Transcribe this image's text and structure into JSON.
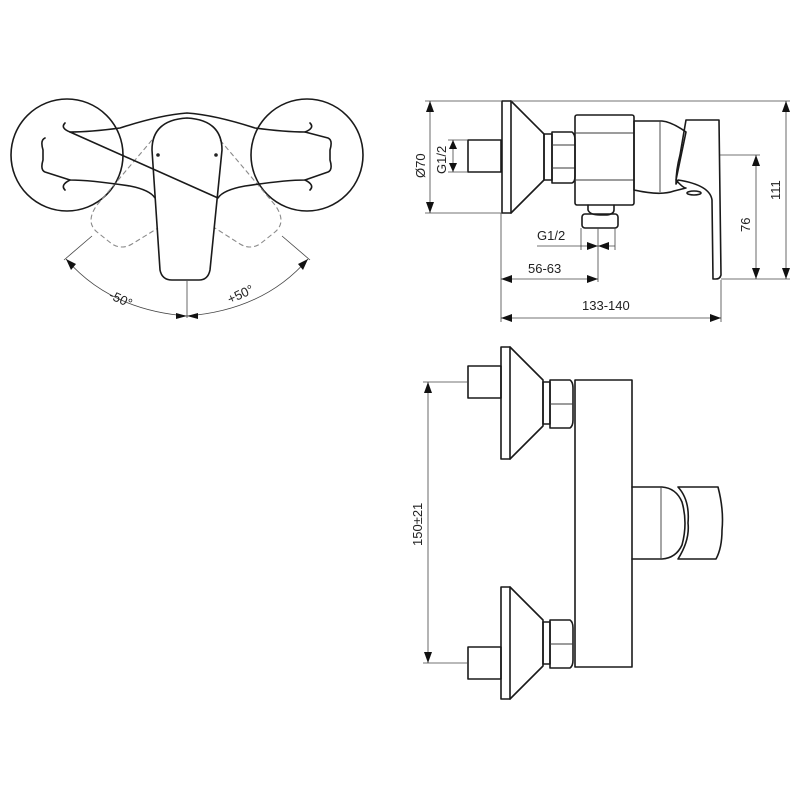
{
  "drawing": {
    "subject": "Wall-mounted single-lever shower mixer",
    "views": [
      {
        "name": "top-view",
        "labels": {
          "angle_left": "-50°",
          "angle_right": "+50°"
        }
      },
      {
        "name": "side-view",
        "labels": {
          "flange_diameter": "Ø70",
          "inlet_thread": "G1/2",
          "outlet_thread": "G1/2",
          "outlet_offset": "56-63",
          "projection": "133-140",
          "lever_height": "76",
          "overall_height": "111"
        }
      },
      {
        "name": "front-view",
        "labels": {
          "inlet_centers": "150±21"
        }
      }
    ]
  },
  "colors": {
    "line": "#1a1a1a",
    "dimension": "#444444",
    "hidden": "#8a8a8a",
    "background": "#ffffff"
  }
}
